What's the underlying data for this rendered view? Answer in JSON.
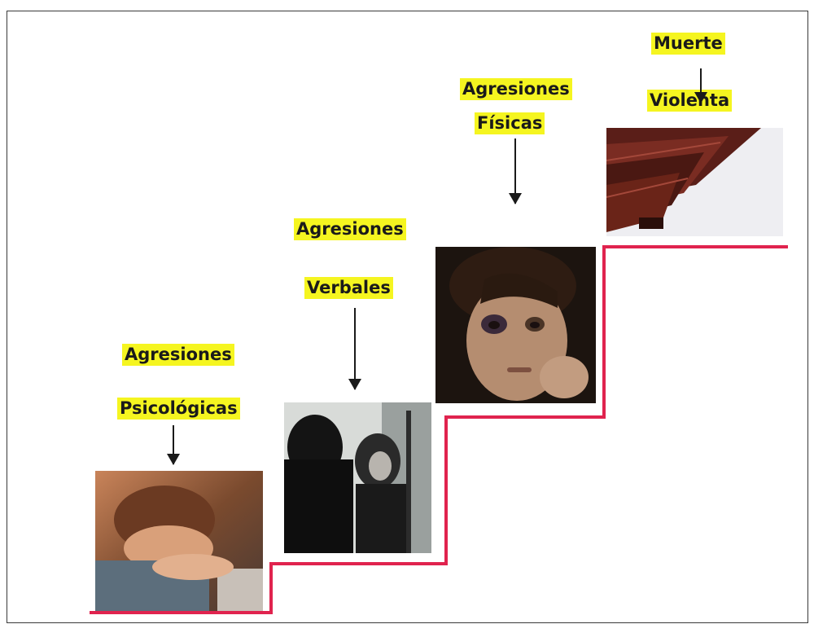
{
  "steps": [
    {
      "line1": "Agresiones",
      "line2": "Psicológicas",
      "image": "crying-child-photo"
    },
    {
      "line1": "Agresiones",
      "line2": "Verbales",
      "image": "adult-scolding-child-photo"
    },
    {
      "line1": "Agresiones",
      "line2": "Físicas",
      "image": "bruised-child-photo"
    },
    {
      "line1": "Muerte",
      "line2": "Violenta",
      "image": "coffin-photo"
    }
  ],
  "colors": {
    "highlight": "#f5f520",
    "stair_line": "#e0234e",
    "text": "#1a1a1a"
  }
}
